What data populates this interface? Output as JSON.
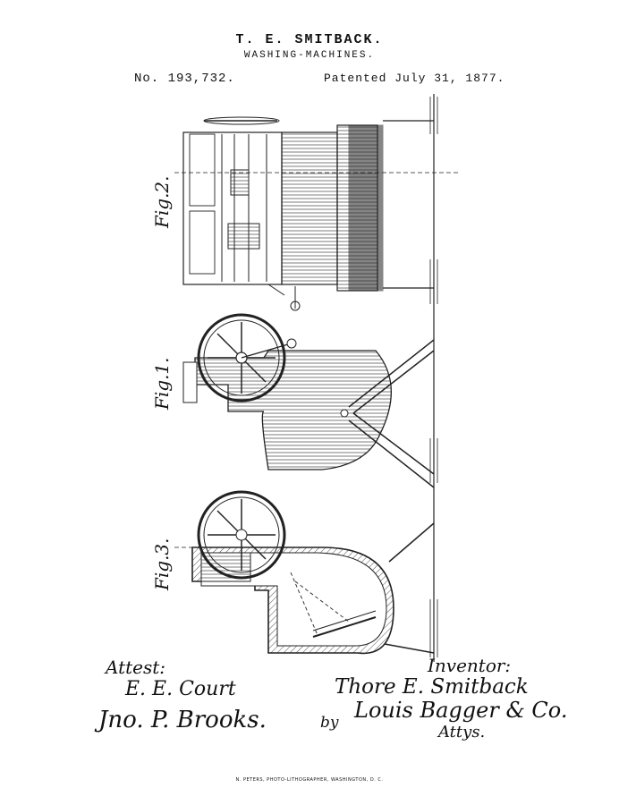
{
  "header": {
    "inventor_name": "T. E. SMITBACK.",
    "title": "WASHING-MACHINES.",
    "patent_number": "No. 193,732.",
    "patent_date": "Patented July 31, 1877."
  },
  "figures": {
    "fig1": "Fig.1.",
    "fig2": "Fig.2.",
    "fig3": "Fig.3."
  },
  "signatures": {
    "attest_label": "Attest:",
    "witness1": "E. E. Court",
    "witness2": "Jno. P. Brooks.",
    "inventor_label": "Inventor:",
    "inventor": "Thore E. Smitback",
    "by_label": "by",
    "attorney": "Louis Bagger & Co.",
    "attys_label": "Attys."
  },
  "footer": {
    "printer": "N. PETERS, PHOTO-LITHOGRAPHER, WASHINGTON, D. C."
  }
}
